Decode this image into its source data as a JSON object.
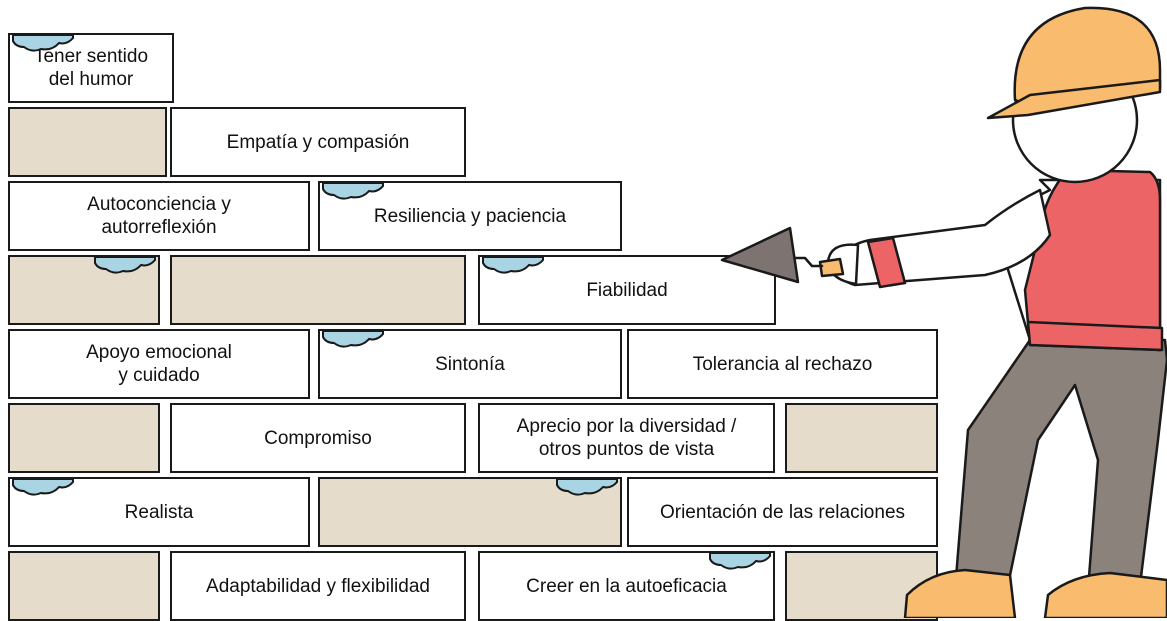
{
  "colors": {
    "blank_brick": "#e6dccb",
    "mortar": "#a9d4e4",
    "helmet": "#f9bb6d",
    "vest": "#ec6466",
    "trousers": "#8b827c",
    "trowel": "#7d7471"
  },
  "rows": [
    {
      "bricks": [
        {
          "label": "Tener sentido\ndel humor"
        }
      ]
    },
    {
      "bricks": [
        {
          "label": ""
        },
        {
          "label": "Empatía y compasión"
        }
      ]
    },
    {
      "bricks": [
        {
          "label": "Autoconciencia y\nautorreflexión"
        },
        {
          "label": "Resiliencia y paciencia"
        }
      ]
    },
    {
      "bricks": [
        {
          "label": ""
        },
        {
          "label": ""
        },
        {
          "label": "Fiabilidad"
        }
      ]
    },
    {
      "bricks": [
        {
          "label": "Apoyo emocional\ny cuidado"
        },
        {
          "label": "Sintonía"
        },
        {
          "label": "Tolerancia al rechazo"
        }
      ]
    },
    {
      "bricks": [
        {
          "label": ""
        },
        {
          "label": "Compromiso"
        },
        {
          "label": "Aprecio por la diversidad /\notros puntos de vista"
        },
        {
          "label": ""
        }
      ]
    },
    {
      "bricks": [
        {
          "label": "Realista"
        },
        {
          "label": ""
        },
        {
          "label": "Orientación de las relaciones"
        }
      ]
    },
    {
      "bricks": [
        {
          "label": ""
        },
        {
          "label": "Adaptabilidad y flexibilidad"
        },
        {
          "label": "Creer en la autoeficacia"
        },
        {
          "label": ""
        }
      ]
    }
  ],
  "worker": {
    "icon": "construction-worker-with-trowel-icon"
  }
}
